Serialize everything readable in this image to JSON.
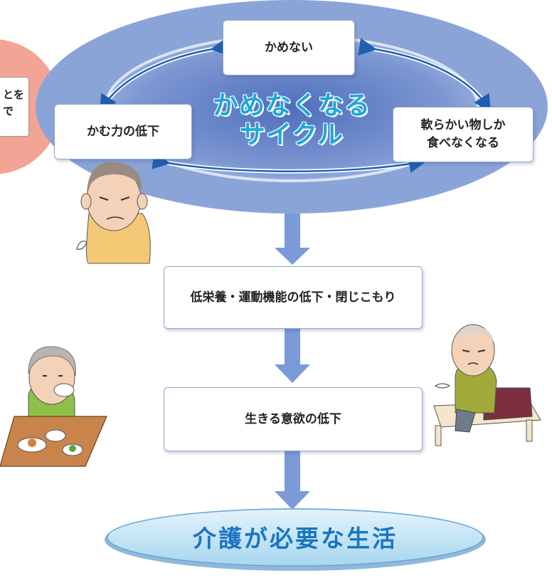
{
  "cycle": {
    "title": "かめなくなる\nサイクル",
    "nodes": {
      "top": "かめない",
      "left": "かむ力の低下",
      "right": "軟らかい物しか\n食べなくなる"
    }
  },
  "side_note": "とを\nで",
  "steps": [
    "低栄養・運動機能の低下・閉じこもり",
    "生きる意欲の低下"
  ],
  "result": "介護が必要な生活",
  "colors": {
    "ellipse_fill": "#8aa3d6",
    "ellipse_inner": "#5e7ec4",
    "arrow": "#6e8fd0",
    "title": "#1ea7d8",
    "result_fill": "#cbe8f7",
    "result_text": "#1a75c0",
    "side_circle": "#f0a090"
  },
  "illustrations": [
    "worried-elderly-man-illustration",
    "eating-elderly-woman-illustration",
    "tired-elderly-man-on-bed-illustration"
  ]
}
